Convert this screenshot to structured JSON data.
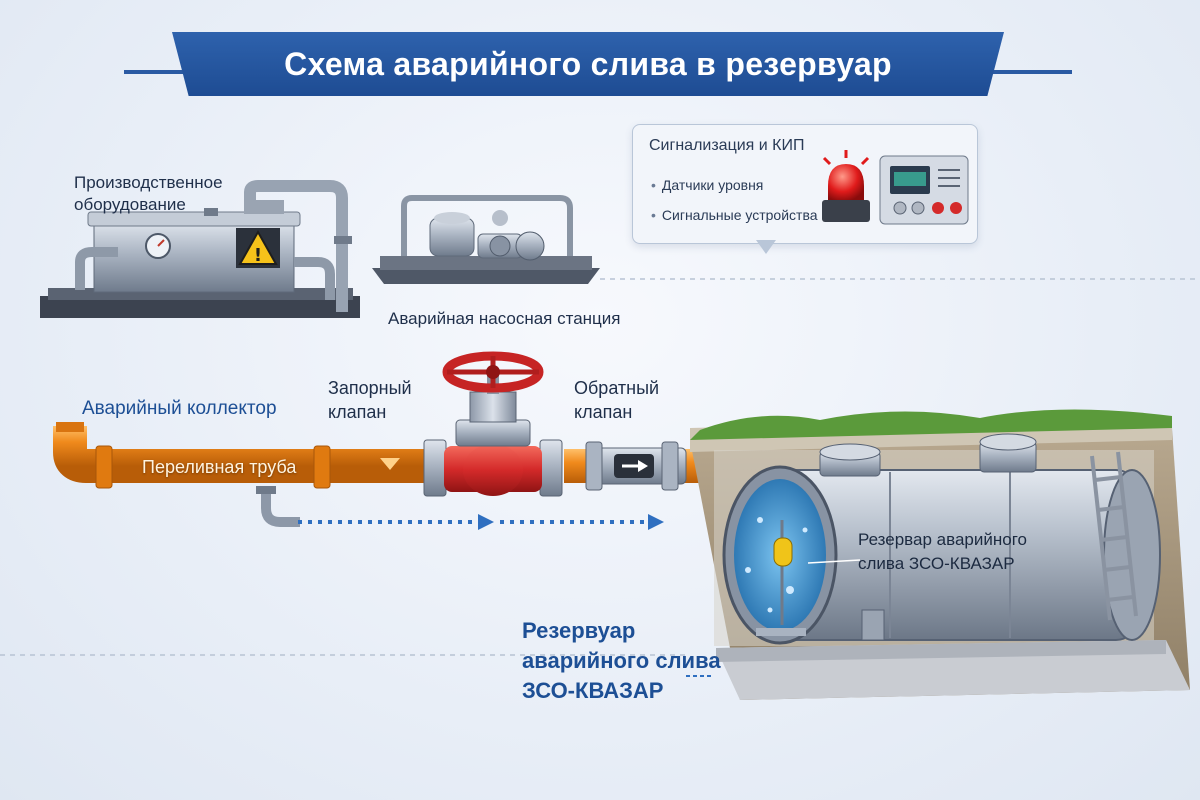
{
  "title": "Схема аварийного слива в резервуар",
  "labels": {
    "equipment_line1": "Производственное",
    "equipment_line2": "оборудование",
    "pump_station": "Аварийная насосная станция",
    "collector": "Аварийный коллектор",
    "shutoff_valve_line1": "Запорный",
    "shutoff_valve_line2": "клапан",
    "check_valve_line1": "Обратный",
    "check_valve_line2": "клапан",
    "overflow_pipe": "Переливная труба",
    "tank_on_body_line1": "Резервар аварийного",
    "tank_on_body_line2": "слива ЗСО-КВАЗАР",
    "tank_callout_line1": "Резервуар",
    "tank_callout_line2": "аварийного слива",
    "tank_callout_line3": "ЗСО-КВАЗАР"
  },
  "kip": {
    "title": "Сигнализация и КИП",
    "items": [
      "Датчики уровня",
      "Сигнальные устройства"
    ]
  },
  "colors": {
    "banner": "#1e4c93",
    "pipe_orange": "#f08a1c",
    "valve_red": "#d42a2a",
    "flow_arrow": "#2f6fc0",
    "tank_steel": "#a9b3c1",
    "water": "#2f86c9"
  },
  "icons": [
    "warning-icon",
    "alarm-beacon-icon",
    "control-panel-icon",
    "flow-arrow-icon",
    "gauge-icon"
  ]
}
